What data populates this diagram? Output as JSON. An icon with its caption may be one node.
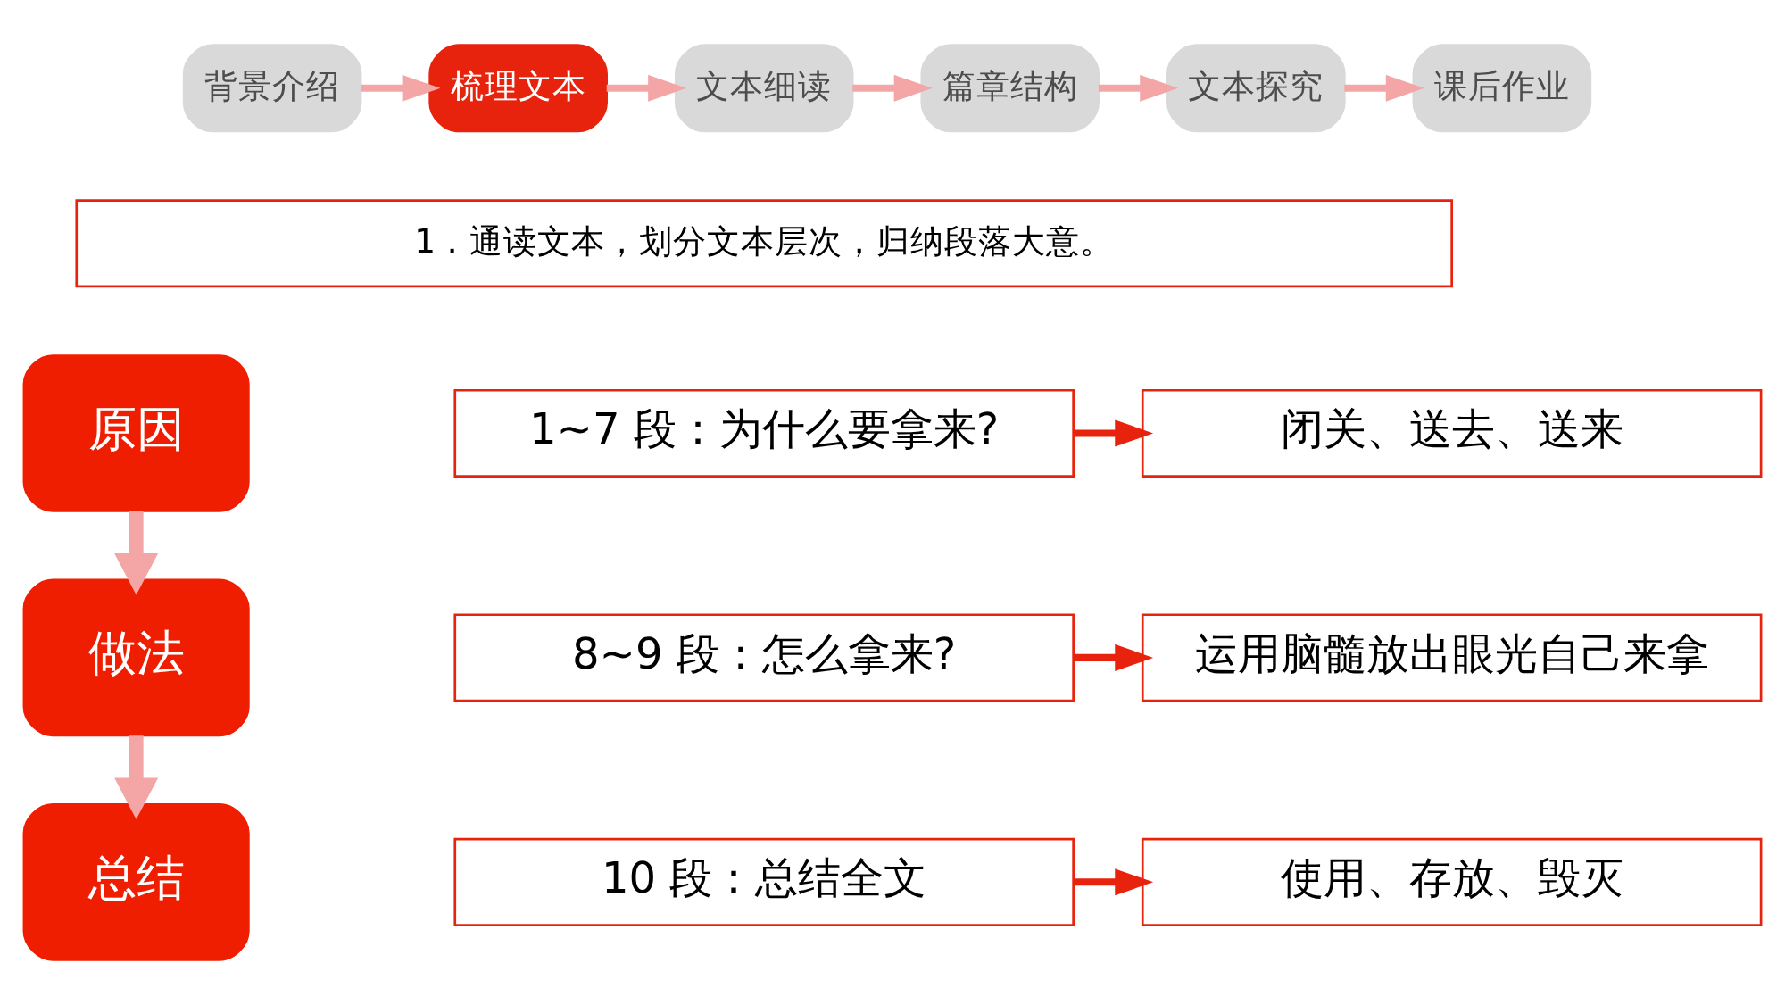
{
  "diagram": {
    "nodes": [
      {
        "text": [
          "背景介绍"
        ]
      },
      {
        "text": [
          "梳理文本"
        ]
      },
      {
        "text": [
          "文本细读"
        ]
      },
      {
        "text": [
          "篇章结构"
        ]
      },
      {
        "text": [
          "文本探究"
        ]
      },
      {
        "text": [
          "课后作业"
        ]
      },
      {
        "text": [
          "1．通读文本，划分文本层次，归纳段落大意。"
        ]
      },
      {
        "text": [
          "原因"
        ]
      },
      {
        "text": [
          "1~7 段：为什么要拿来?"
        ]
      },
      {
        "text": [
          "闭关、送去、送来"
        ]
      },
      {
        "text": [
          "做法"
        ]
      },
      {
        "text": [
          "8~9 段：怎么拿来?"
        ]
      },
      {
        "text": [
          "运用脑髓放出眼光自己来拿"
        ]
      },
      {
        "text": [
          "总结"
        ]
      },
      {
        "text": [
          "10 段：总结全文"
        ]
      },
      {
        "text": [
          "使用、存放、毁灭"
        ]
      }
    ],
    "edges": [
      {
        "from": 0,
        "to": 1,
        "arrow": "to"
      },
      {
        "from": 1,
        "to": 2,
        "arrow": "to"
      },
      {
        "from": 2,
        "to": 3,
        "arrow": "to"
      },
      {
        "from": 3,
        "to": 4,
        "arrow": "to"
      },
      {
        "from": 4,
        "to": 5,
        "arrow": "to"
      },
      {
        "from": 7,
        "to": 10,
        "arrow": "to",
        "style": "thick"
      },
      {
        "from": 10,
        "to": 13,
        "arrow": "to",
        "style": "thick"
      },
      {
        "from": 8,
        "to": 9,
        "arrow": "to",
        "color": "#e8230d"
      },
      {
        "from": 11,
        "to": 12,
        "arrow": "to",
        "color": "#e8230d"
      },
      {
        "from": 14,
        "to": 15,
        "arrow": "to",
        "color": "#e8230d"
      }
    ]
  }
}
